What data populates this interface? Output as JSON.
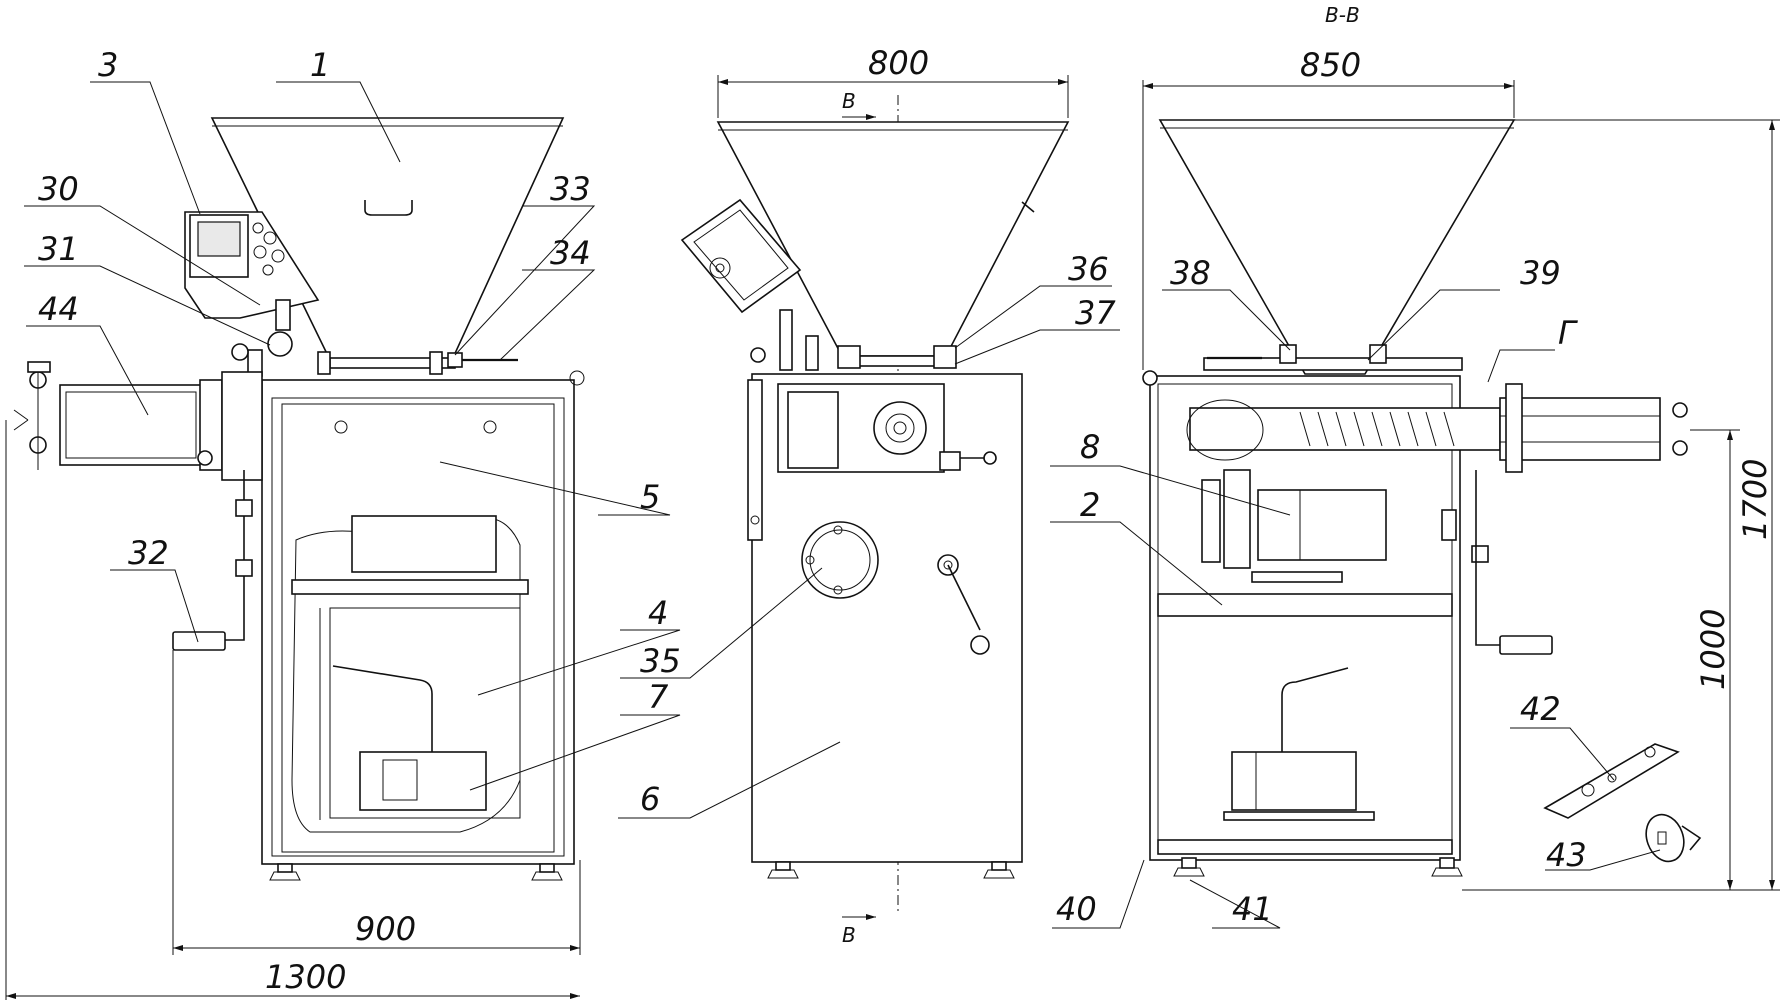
{
  "section": {
    "label": "В-В",
    "arrow_top": "В",
    "arrow_bottom": "В"
  },
  "dimensions": {
    "front_width": "900",
    "overall_length": "1300",
    "side_width": "800",
    "section_width": "850",
    "overall_height": "1700",
    "table_height": "1000"
  },
  "callouts": {
    "c1": "1",
    "c2": "2",
    "c3": "3",
    "c4": "4",
    "c5": "5",
    "c6": "6",
    "c7": "7",
    "c8": "8",
    "c30": "30",
    "c31": "31",
    "c32": "32",
    "c33": "33",
    "c34": "34",
    "c35": "35",
    "c36": "36",
    "c37": "37",
    "c38": "38",
    "c39": "39",
    "c40": "40",
    "c41": "41",
    "c42": "42",
    "c43": "43",
    "c44": "44",
    "cG": "Г"
  }
}
